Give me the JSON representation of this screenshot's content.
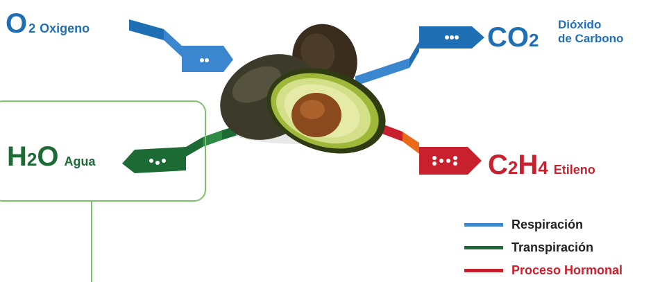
{
  "molecules": {
    "o2": {
      "formula": "O",
      "subscript": "2",
      "name": "Oxigeno"
    },
    "co2": {
      "formula": "CO",
      "subscript": "2",
      "name_line1": "Dióxido",
      "name_line2": "de Carbono"
    },
    "h2o": {
      "formula_part1": "H",
      "subscript": "2",
      "formula_part2": "O",
      "name": "Agua"
    },
    "c2h4": {
      "formula_part1": "C",
      "subscript1": "2",
      "formula_part2": "H",
      "subscript2": "4",
      "name": "Etileno"
    }
  },
  "legend": [
    {
      "label": "Respiración",
      "color": "#3a86cf",
      "text_color": "#222222"
    },
    {
      "label": "Transpiración",
      "color": "#1c6b35",
      "text_color": "#222222"
    },
    {
      "label": "Proceso Hormonal",
      "color": "#c8202d",
      "text_color": "#c8202d"
    }
  ],
  "colors": {
    "respiration": "#3a86cf",
    "respiration_dark": "#1f6fb5",
    "transpiration": "#1c6b35",
    "hormonal": "#c8202d",
    "hormonal_orange": "#e86a1a",
    "highlight_box": "#7cc16a"
  },
  "icons": [
    "avocado-image",
    "o2-molecule-icon",
    "co2-molecule-icon",
    "h2o-molecule-icon",
    "c2h4-molecule-icon"
  ]
}
